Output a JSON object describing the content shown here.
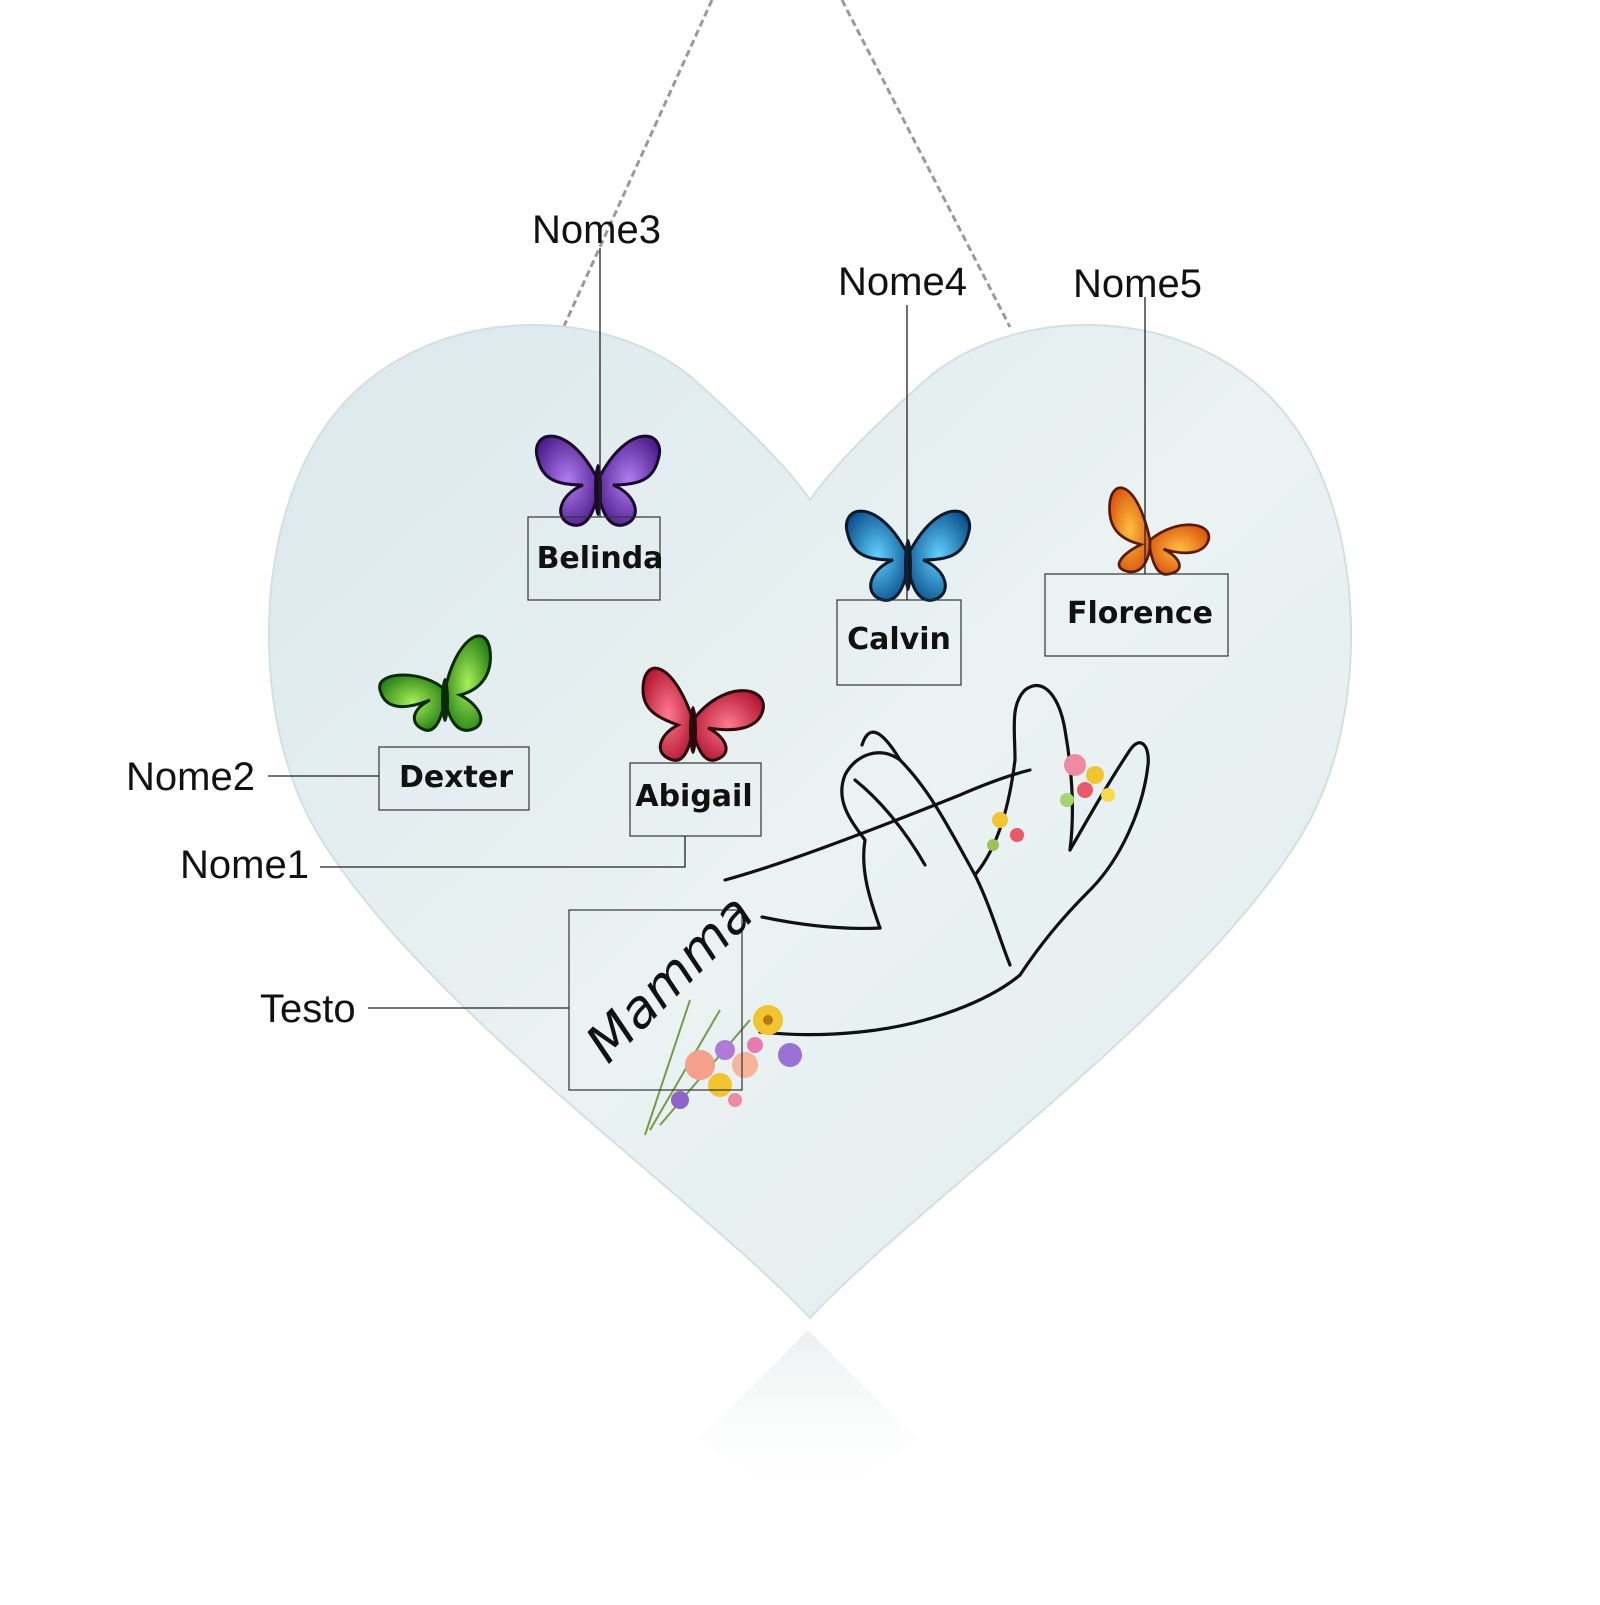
{
  "callouts": {
    "nome1": "Nome1",
    "nome2": "Nome2",
    "nome3": "Nome3",
    "nome4": "Nome4",
    "nome5": "Nome5",
    "testo": "Testo"
  },
  "names": {
    "nome1": "Abigail",
    "nome2": "Dexter",
    "nome3": "Belinda",
    "nome4": "Calvin",
    "nome5": "Florence"
  },
  "main_text": "Mamma",
  "colors": {
    "heart_fill": "#e6eff0",
    "butterfly_purple": "#7b3fc4",
    "butterfly_blue": "#1e8fd0",
    "butterfly_orange": "#f08a1c",
    "butterfly_green": "#4fc21f",
    "butterfly_red": "#e0304a",
    "chain": "#9a9a9a"
  },
  "icons": {
    "butterflies": [
      "purple-butterfly-icon",
      "blue-butterfly-icon",
      "orange-butterfly-icon",
      "green-butterfly-icon",
      "red-butterfly-icon"
    ],
    "hand": "hand-illustration",
    "flowers": "flower-bouquet-icon"
  }
}
